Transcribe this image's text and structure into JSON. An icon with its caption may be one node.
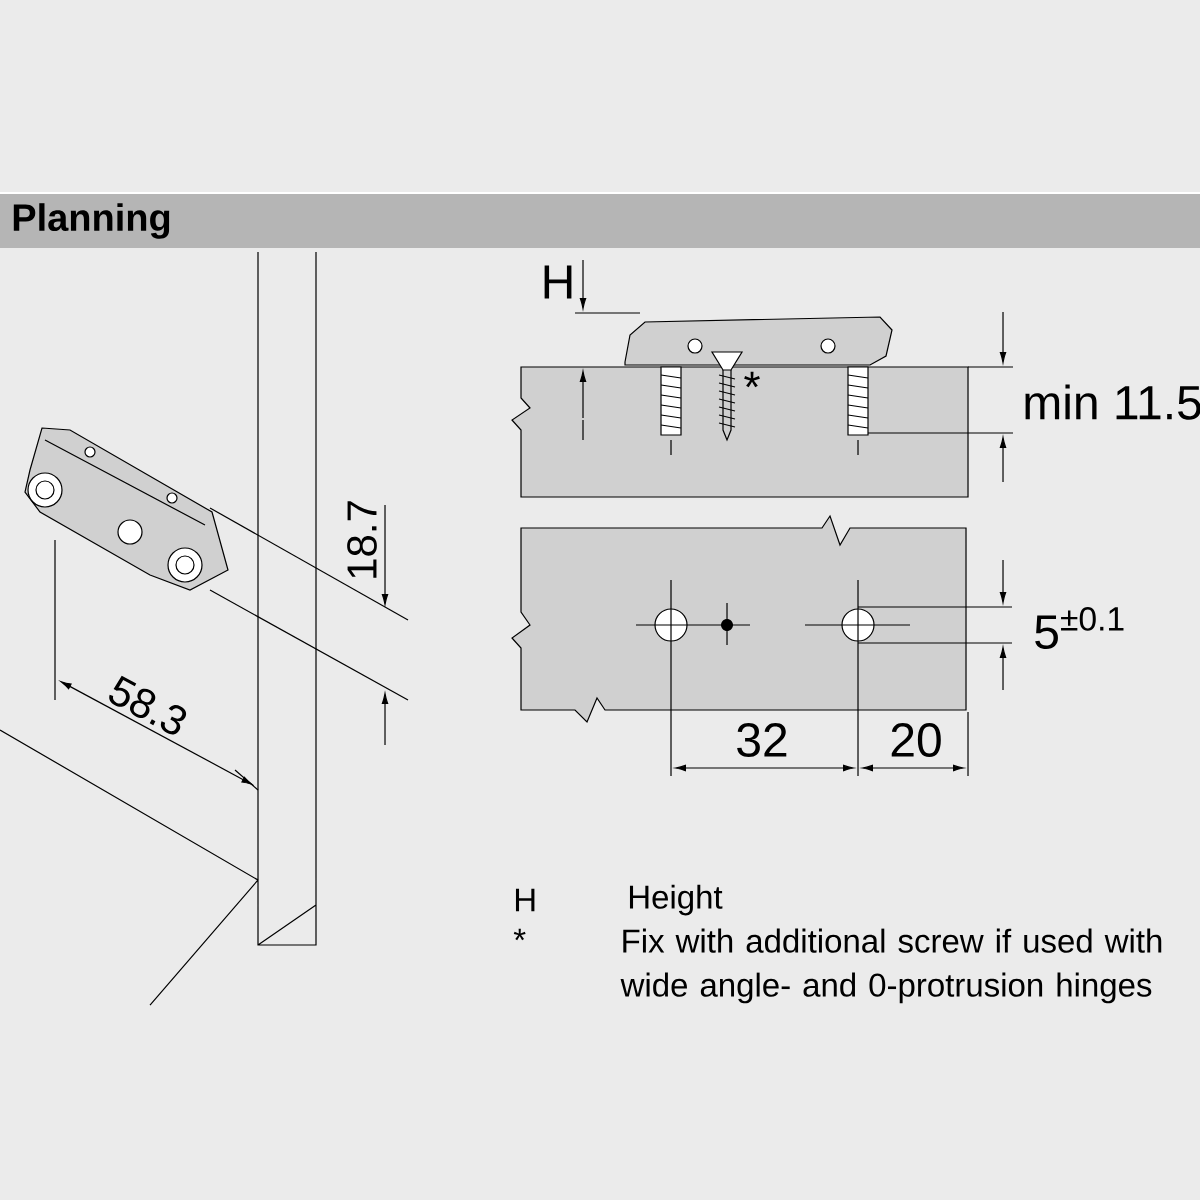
{
  "diagram": {
    "title": "Planning",
    "labels": [
      "H",
      "*",
      "min 11.5",
      "18.7",
      "5$^{±0.1}$",
      "58.3",
      "32",
      "20",
      "H",
      "Height",
      "*",
      "Fix with additional screw if used with wide angle- and 0-protrusion hinges"
    ]
  }
}
